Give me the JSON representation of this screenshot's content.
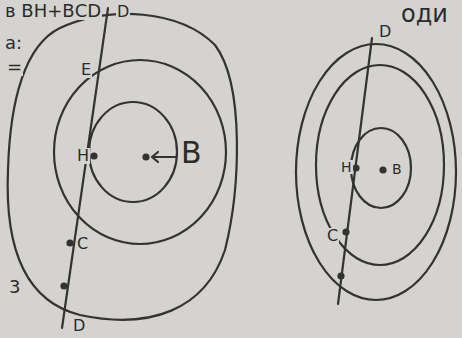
{
  "diagram": {
    "labels": [
      "в ВН+ВСD",
      "а:",
      "=",
      "Е",
      "Н",
      "В",
      "С",
      "3",
      "D",
      "D",
      "D",
      "Н",
      "В",
      "С",
      "оди"
    ]
  }
}
